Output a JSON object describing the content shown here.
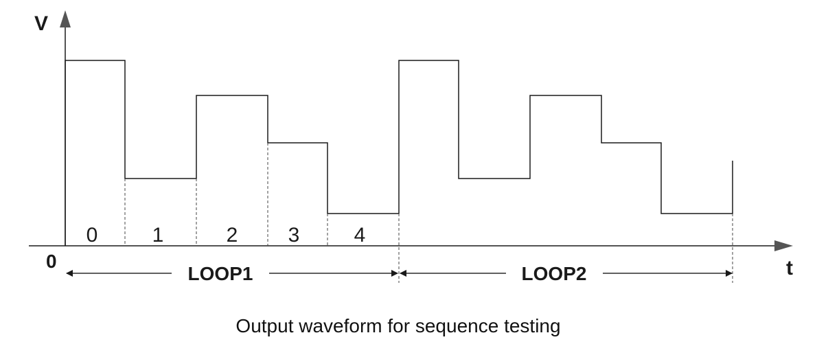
{
  "axes": {
    "y_label": "V",
    "x_label": "t",
    "origin_label": "0"
  },
  "waveform": {
    "levels": [
      4,
      1,
      3,
      2,
      0
    ],
    "loops": 2
  },
  "step_indices": [
    "0",
    "1",
    "2",
    "3",
    "4"
  ],
  "loops": [
    {
      "label": "LOOP1"
    },
    {
      "label": "LOOP2"
    }
  ],
  "caption": "Output waveform for sequence testing",
  "colors": {
    "line": "#1a1a1a",
    "dashed": "#444444",
    "arrow": "#2a2a2a"
  }
}
